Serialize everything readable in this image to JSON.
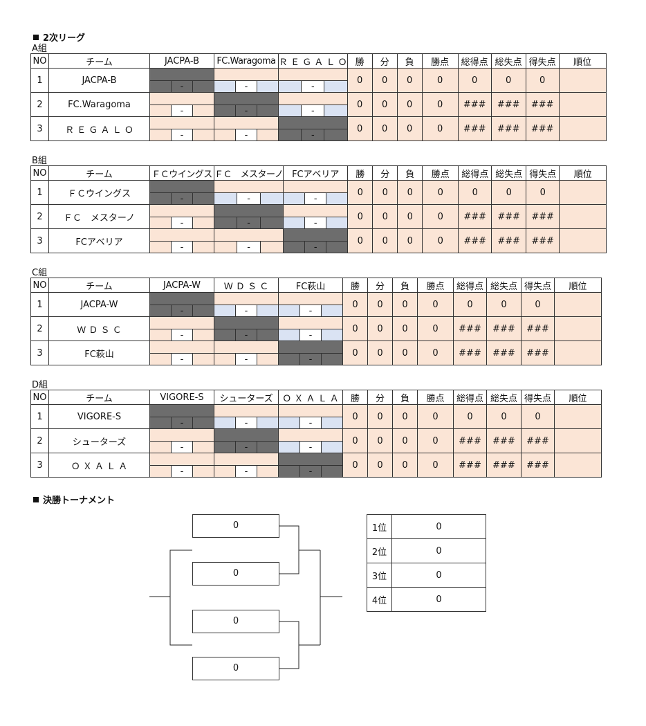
{
  "section1_title": "2次リーグ",
  "section2_title": "決勝トーナメント",
  "headers": {
    "no": "NO",
    "team": "チーム",
    "stats": [
      "勝",
      "分",
      "負",
      "勝点",
      "総得点",
      "総失点",
      "得失点",
      "順位"
    ]
  },
  "dash": "-",
  "groups": [
    {
      "label": "A組",
      "teams": [
        "JACPA-B",
        "FC.Waragoma",
        "Ｒ Ｅ Ｇ Ａ Ｌ Ｏ"
      ],
      "rows": [
        [
          "0",
          "0",
          "0",
          "0",
          "0",
          "0",
          "0",
          ""
        ],
        [
          "0",
          "0",
          "0",
          "0",
          "###",
          "###",
          "###",
          ""
        ],
        [
          "0",
          "0",
          "0",
          "0",
          "###",
          "###",
          "###",
          ""
        ]
      ]
    },
    {
      "label": "B組",
      "teams": [
        "ＦＣウイングス",
        "ＦＣ　メスターノ",
        "FCアベリア"
      ],
      "rows": [
        [
          "0",
          "0",
          "0",
          "0",
          "0",
          "0",
          "0",
          ""
        ],
        [
          "0",
          "0",
          "0",
          "0",
          "###",
          "###",
          "###",
          ""
        ],
        [
          "0",
          "0",
          "0",
          "0",
          "###",
          "###",
          "###",
          ""
        ]
      ]
    },
    {
      "label": "C組",
      "teams": [
        "JACPA-W",
        "Ｗ Ｄ Ｓ Ｃ",
        "FC萩山"
      ],
      "rows": [
        [
          "0",
          "0",
          "0",
          "0",
          "0",
          "0",
          "0",
          ""
        ],
        [
          "0",
          "0",
          "0",
          "0",
          "###",
          "###",
          "###",
          ""
        ],
        [
          "0",
          "0",
          "0",
          "0",
          "###",
          "###",
          "###",
          ""
        ]
      ]
    },
    {
      "label": "D組",
      "teams": [
        "VIGORE-S",
        "シューターズ",
        "Ｏ Ｘ Ａ Ｌ Ａ"
      ],
      "rows": [
        [
          "0",
          "0",
          "0",
          "0",
          "0",
          "0",
          "0",
          ""
        ],
        [
          "0",
          "0",
          "0",
          "0",
          "###",
          "###",
          "###",
          ""
        ],
        [
          "0",
          "0",
          "0",
          "0",
          "###",
          "###",
          "###",
          ""
        ]
      ]
    }
  ],
  "bracket": [
    "0",
    "0",
    "0",
    "0"
  ],
  "ranking": [
    {
      "label": "1位",
      "value": "0"
    },
    {
      "label": "2位",
      "value": "0"
    },
    {
      "label": "3位",
      "value": "0"
    },
    {
      "label": "4位",
      "value": "0"
    }
  ]
}
